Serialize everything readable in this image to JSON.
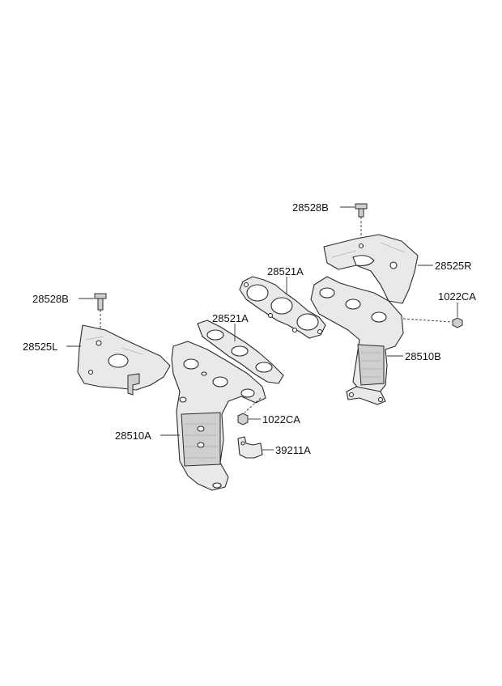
{
  "labels": {
    "bolt_right": "28528B",
    "bolt_left": "28528B",
    "gasket_right": "28521A",
    "gasket_left": "28521A",
    "shield_right": "28525R",
    "shield_left": "28525L",
    "nut_right": "1022CA",
    "nut_left": "1022CA",
    "manifold_right": "28510B",
    "manifold_left": "28510A",
    "bracket": "39211A"
  }
}
